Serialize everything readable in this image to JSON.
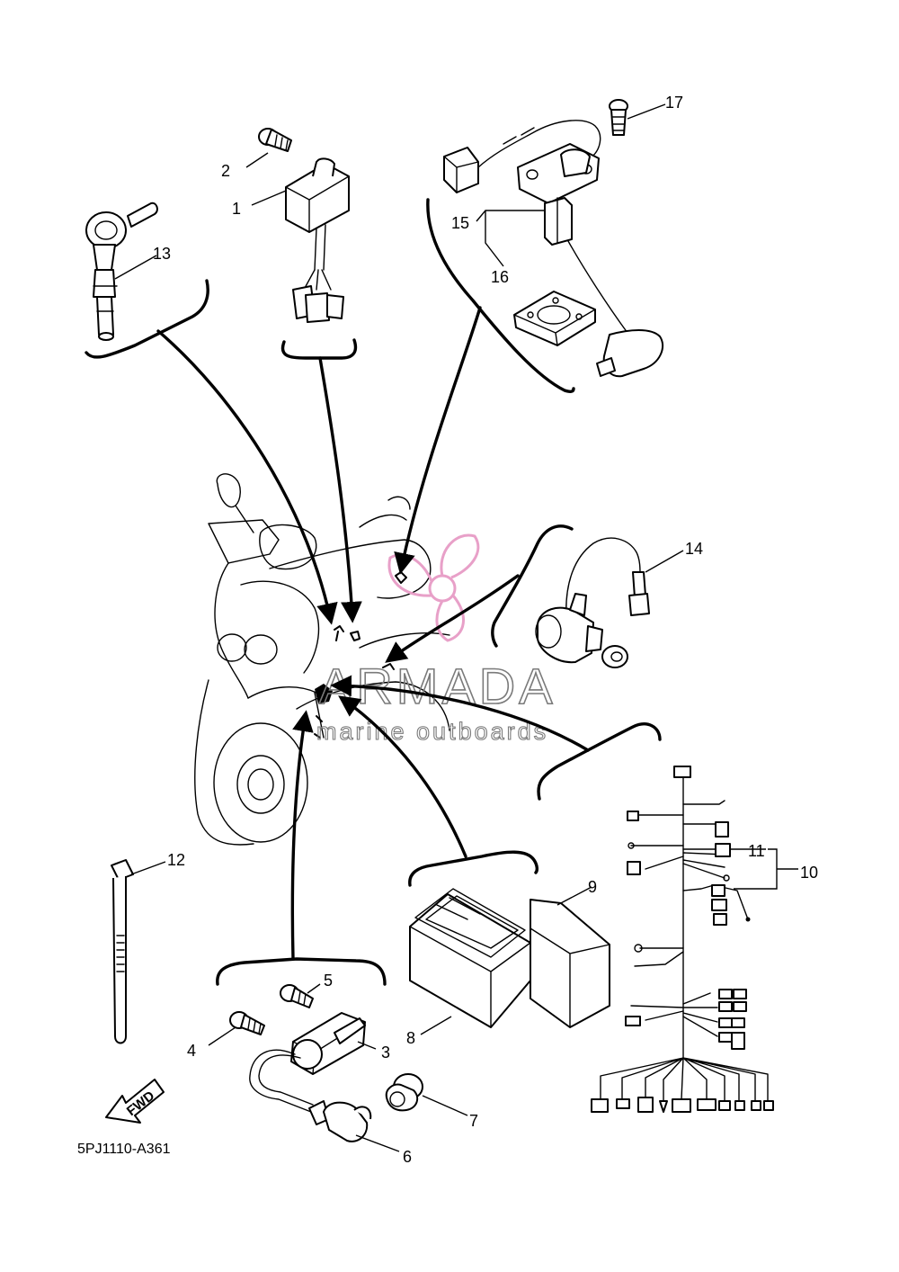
{
  "diagram": {
    "code": "5PJ1110-A361",
    "fwd_label": "FWD",
    "callouts": [
      "1",
      "2",
      "3",
      "4",
      "5",
      "6",
      "7",
      "8",
      "9",
      "10",
      "11",
      "12",
      "13",
      "14",
      "15",
      "16",
      "17"
    ]
  },
  "watermark": {
    "title": "ARMADA",
    "subtitle": "marine outboards",
    "accent_color": "#e8a0c8",
    "text_color": "#7a7a7a"
  }
}
